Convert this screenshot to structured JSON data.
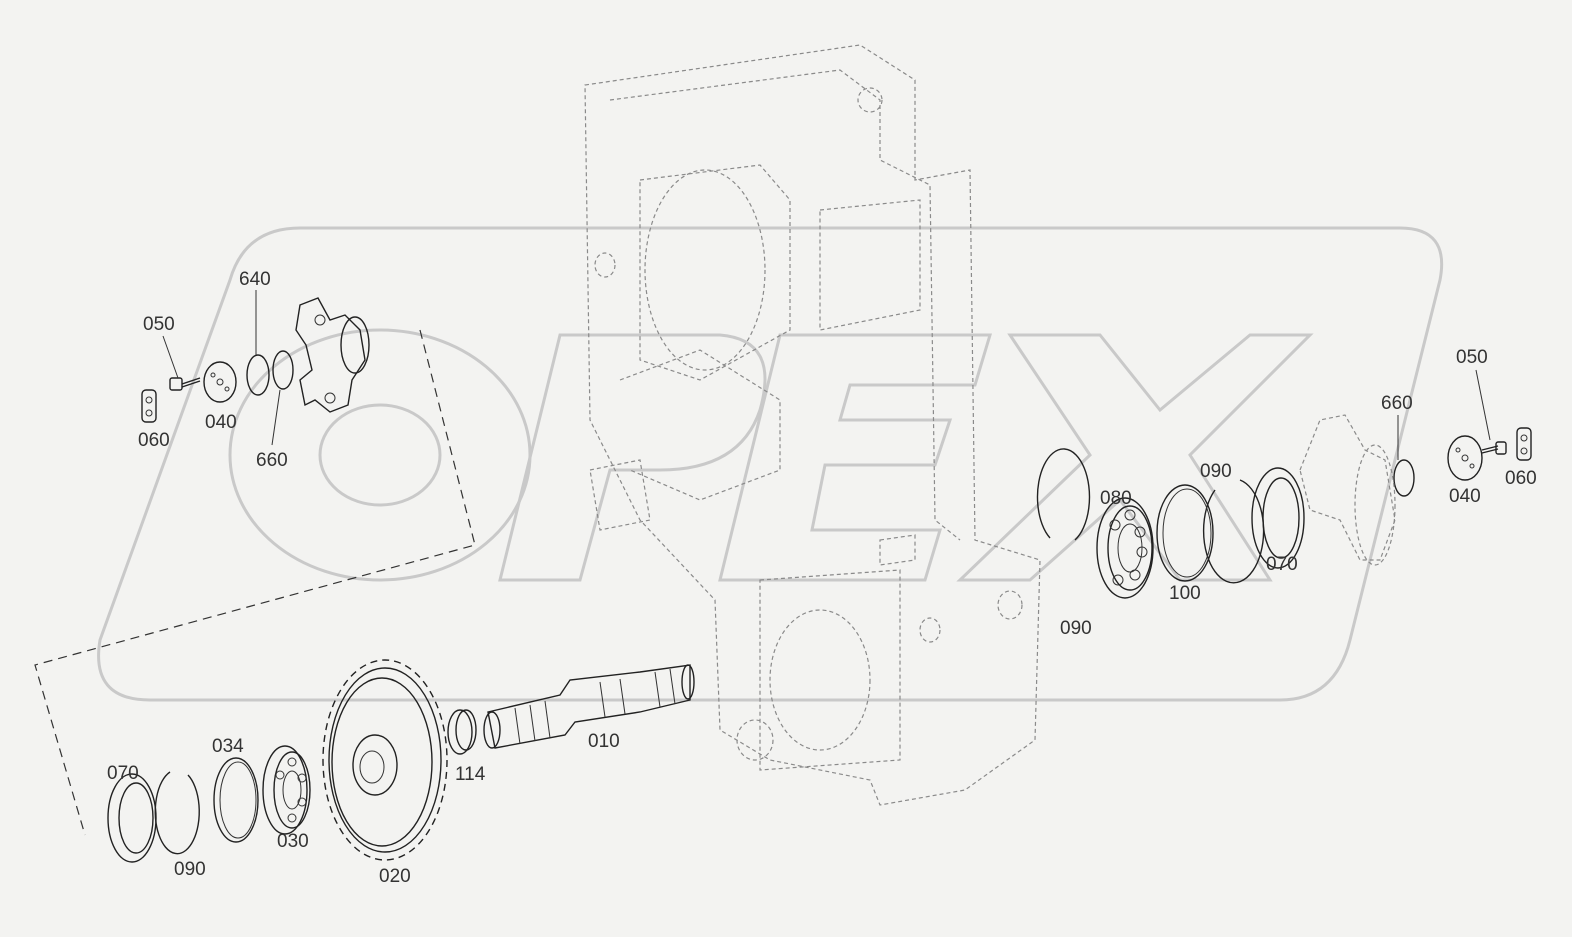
{
  "diagram": {
    "watermark_text": "OPEX",
    "callouts": [
      {
        "id": "c050L",
        "text": "050"
      },
      {
        "id": "c640",
        "text": "640"
      },
      {
        "id": "c060L",
        "text": "060"
      },
      {
        "id": "c040L",
        "text": "040"
      },
      {
        "id": "c660L",
        "text": "660"
      },
      {
        "id": "c050R",
        "text": "050"
      },
      {
        "id": "c660R",
        "text": "660"
      },
      {
        "id": "c090a",
        "text": "090"
      },
      {
        "id": "c080",
        "text": "080"
      },
      {
        "id": "c070R",
        "text": "070"
      },
      {
        "id": "c100",
        "text": "100"
      },
      {
        "id": "c090b",
        "text": "090"
      },
      {
        "id": "c040R",
        "text": "040"
      },
      {
        "id": "c060R",
        "text": "060"
      },
      {
        "id": "c010",
        "text": "010"
      },
      {
        "id": "c114",
        "text": "114"
      },
      {
        "id": "c034",
        "text": "034"
      },
      {
        "id": "c070L",
        "text": "070"
      },
      {
        "id": "c030",
        "text": "030"
      },
      {
        "id": "c090c",
        "text": "090"
      },
      {
        "id": "c020",
        "text": "020"
      }
    ]
  }
}
